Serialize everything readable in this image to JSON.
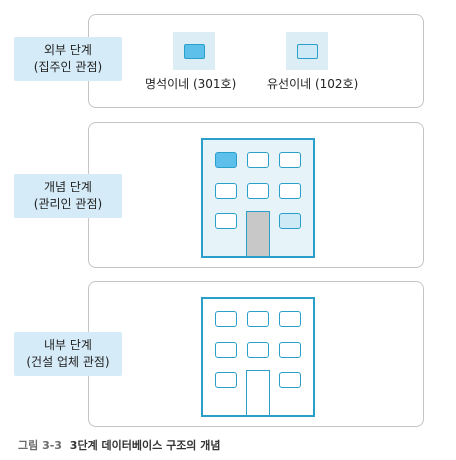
{
  "levels": {
    "external": {
      "label_line1": "외부 단계",
      "label_line2": "(집주인 관점)"
    },
    "conceptual": {
      "label_line1": "개념 단계",
      "label_line2": "(관리인 관점)"
    },
    "internal": {
      "label_line1": "내부 단계",
      "label_line2": "(건설 업체 관점)"
    }
  },
  "legend": {
    "first": "명석이네 (301호)",
    "second": "유선이네 (102호)"
  },
  "colors": {
    "accent": "#2a9fc9",
    "fill_strong": "#5cc0ea",
    "fill_light": "#cfeaf7",
    "building_bg": "#e6f4fa",
    "door_gray": "#c8c8c8",
    "label_bg": "#d5ebf7"
  },
  "caption": {
    "figure": "그림 3-3",
    "title": "3단계 데이터베이스 구조의 개념"
  }
}
